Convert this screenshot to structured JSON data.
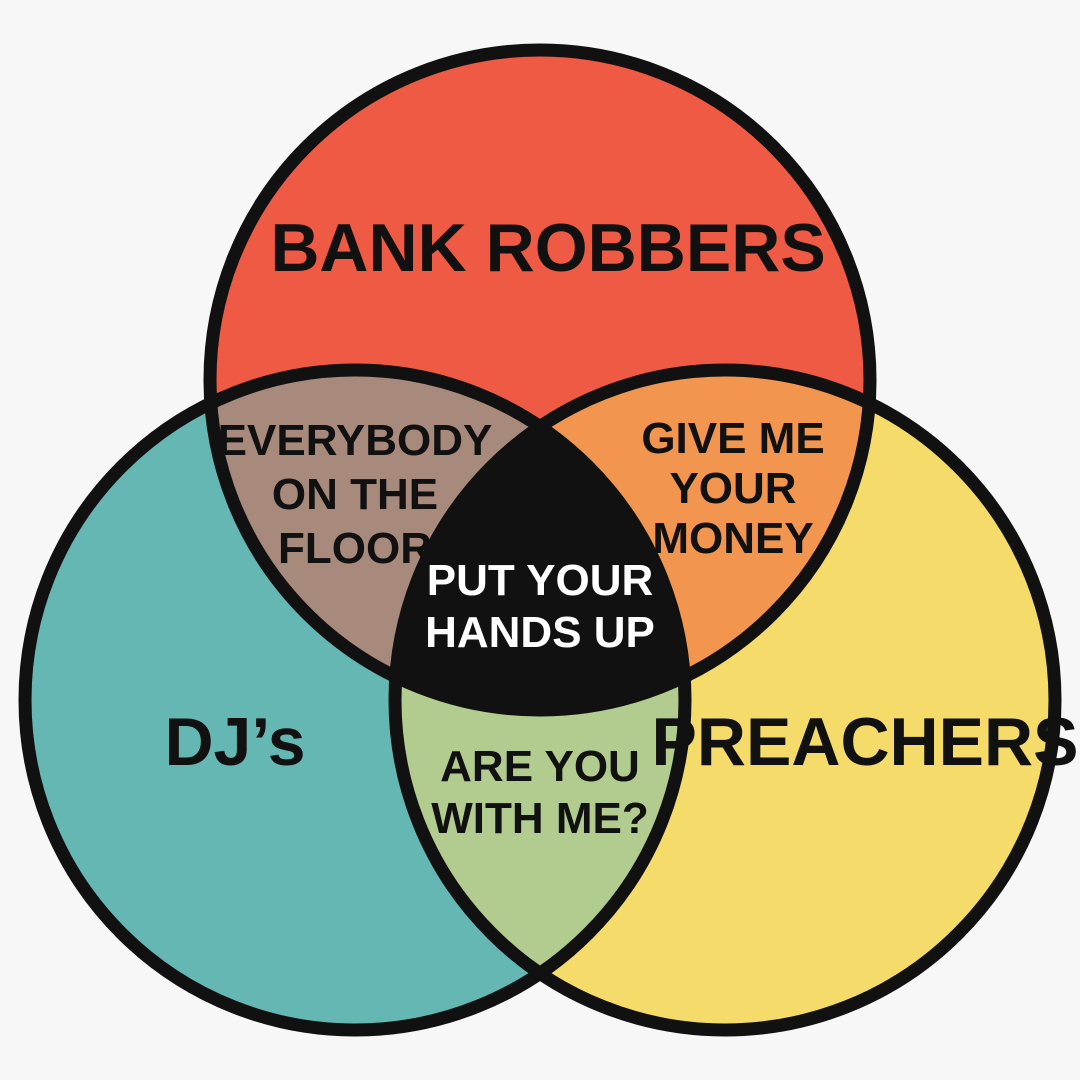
{
  "sets": {
    "top": {
      "label": "BANK ROBBERS",
      "color": "#ee5a43"
    },
    "left": {
      "label": "DJ’s",
      "color": "#65b7b4"
    },
    "right": {
      "label": "PREACHERS",
      "color": "#f5dc6a"
    }
  },
  "overlaps": {
    "top_left": {
      "lines": [
        "EVERYBODY",
        "ON THE",
        "FLOOR"
      ],
      "color": "#a88a7d"
    },
    "top_right": {
      "lines": [
        "GIVE ME",
        "YOUR",
        "MONEY"
      ],
      "color": "#f2964f"
    },
    "left_right": {
      "lines": [
        "ARE YOU",
        "WITH ME?"
      ],
      "color": "#b2cb8e"
    },
    "all": {
      "lines": [
        "PUT YOUR",
        "HANDS UP"
      ],
      "color": "#111111"
    }
  },
  "outline_color": "#111111",
  "background": "#f7f7f7"
}
